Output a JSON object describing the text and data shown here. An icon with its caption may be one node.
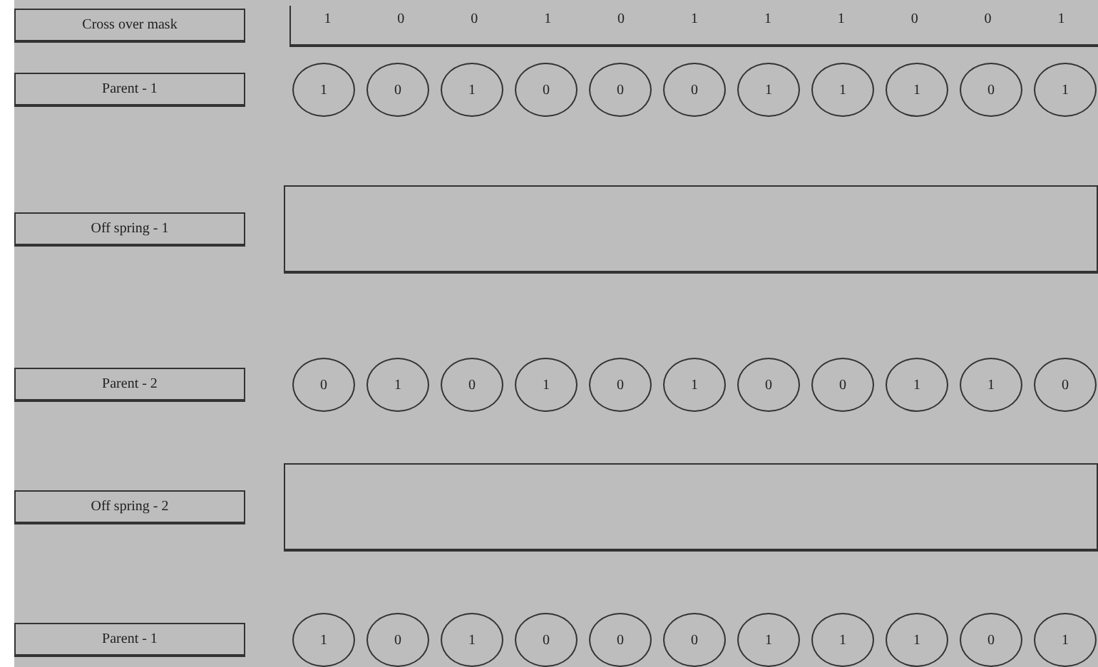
{
  "diagram": {
    "nodes": [
      {
        "text": [
          "Cross over mask"
        ]
      },
      {
        "text": [
          "1",
          "0",
          "0",
          "1",
          "0",
          "1",
          "1",
          "1",
          "0",
          "0",
          "1"
        ]
      },
      {
        "text": [
          "Parent - 1"
        ]
      },
      {
        "text": [
          "1"
        ]
      },
      {
        "text": [
          "0"
        ]
      },
      {
        "text": [
          "1"
        ]
      },
      {
        "text": [
          "0"
        ]
      },
      {
        "text": [
          "0"
        ]
      },
      {
        "text": [
          "0"
        ]
      },
      {
        "text": [
          "1"
        ]
      },
      {
        "text": [
          "1"
        ]
      },
      {
        "text": [
          "1"
        ]
      },
      {
        "text": [
          "0"
        ]
      },
      {
        "text": [
          "1"
        ]
      },
      {
        "text": [
          "Off spring - 1"
        ]
      },
      {
        "text": [],
        "shape": "box"
      },
      {
        "text": [
          "Parent - 2"
        ]
      },
      {
        "text": [
          "0"
        ]
      },
      {
        "text": [
          "1"
        ]
      },
      {
        "text": [
          "0"
        ]
      },
      {
        "text": [
          "1"
        ]
      },
      {
        "text": [
          "0"
        ]
      },
      {
        "text": [
          "1"
        ]
      },
      {
        "text": [
          "0"
        ]
      },
      {
        "text": [
          "0"
        ]
      },
      {
        "text": [
          "1"
        ]
      },
      {
        "text": [
          "1"
        ]
      },
      {
        "text": [
          "0"
        ]
      },
      {
        "text": [
          "Off spring - 2"
        ]
      },
      {
        "text": [],
        "shape": "box"
      },
      {
        "text": [
          "Parent - 1"
        ]
      },
      {
        "text": [
          "1"
        ]
      },
      {
        "text": [
          "0"
        ]
      },
      {
        "text": [
          "1"
        ]
      },
      {
        "text": [
          "0"
        ]
      },
      {
        "text": [
          "0"
        ]
      },
      {
        "text": [
          "0"
        ]
      },
      {
        "text": [
          "1"
        ]
      },
      {
        "text": [
          "1"
        ]
      },
      {
        "text": [
          "1"
        ]
      },
      {
        "text": [
          "0"
        ]
      },
      {
        "text": [
          "1"
        ]
      }
    ]
  }
}
